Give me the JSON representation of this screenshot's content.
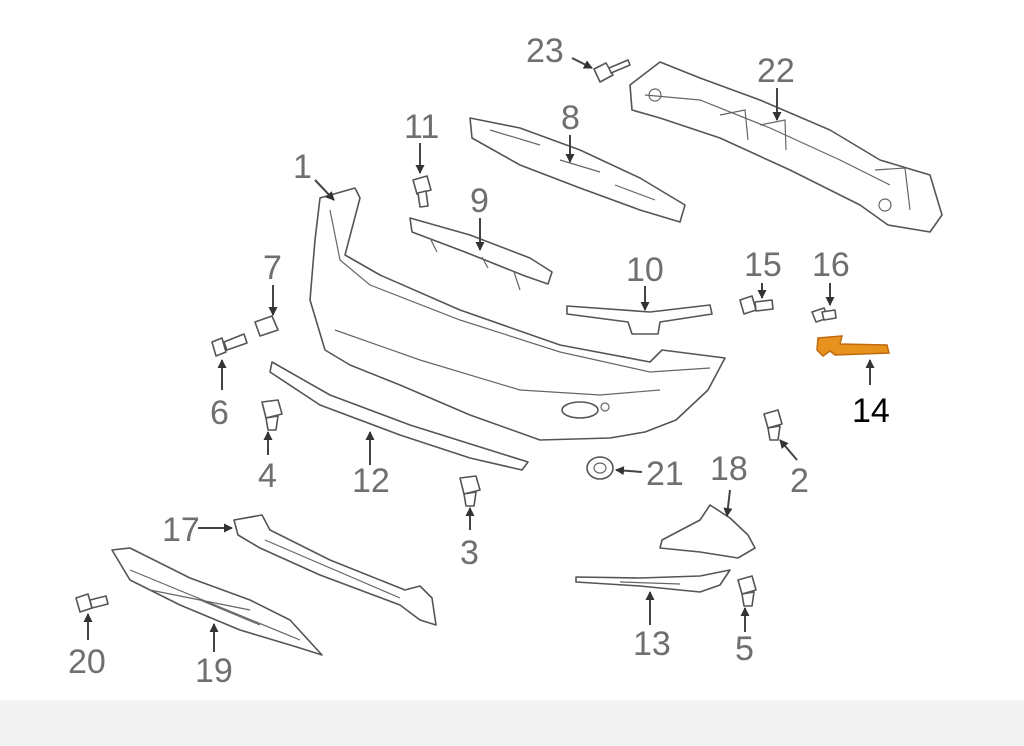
{
  "diagram": {
    "highlight_color": "#e8921e",
    "callouts": {
      "p1": "1",
      "p2": "2",
      "p3": "3",
      "p4": "4",
      "p5": "5",
      "p6": "6",
      "p7": "7",
      "p8": "8",
      "p9": "9",
      "p10": "10",
      "p11": "11",
      "p12": "12",
      "p13": "13",
      "p14": "14",
      "p15": "15",
      "p16": "16",
      "p17": "17",
      "p18": "18",
      "p19": "19",
      "p20": "20",
      "p21": "21",
      "p22": "22",
      "p23": "23"
    }
  }
}
